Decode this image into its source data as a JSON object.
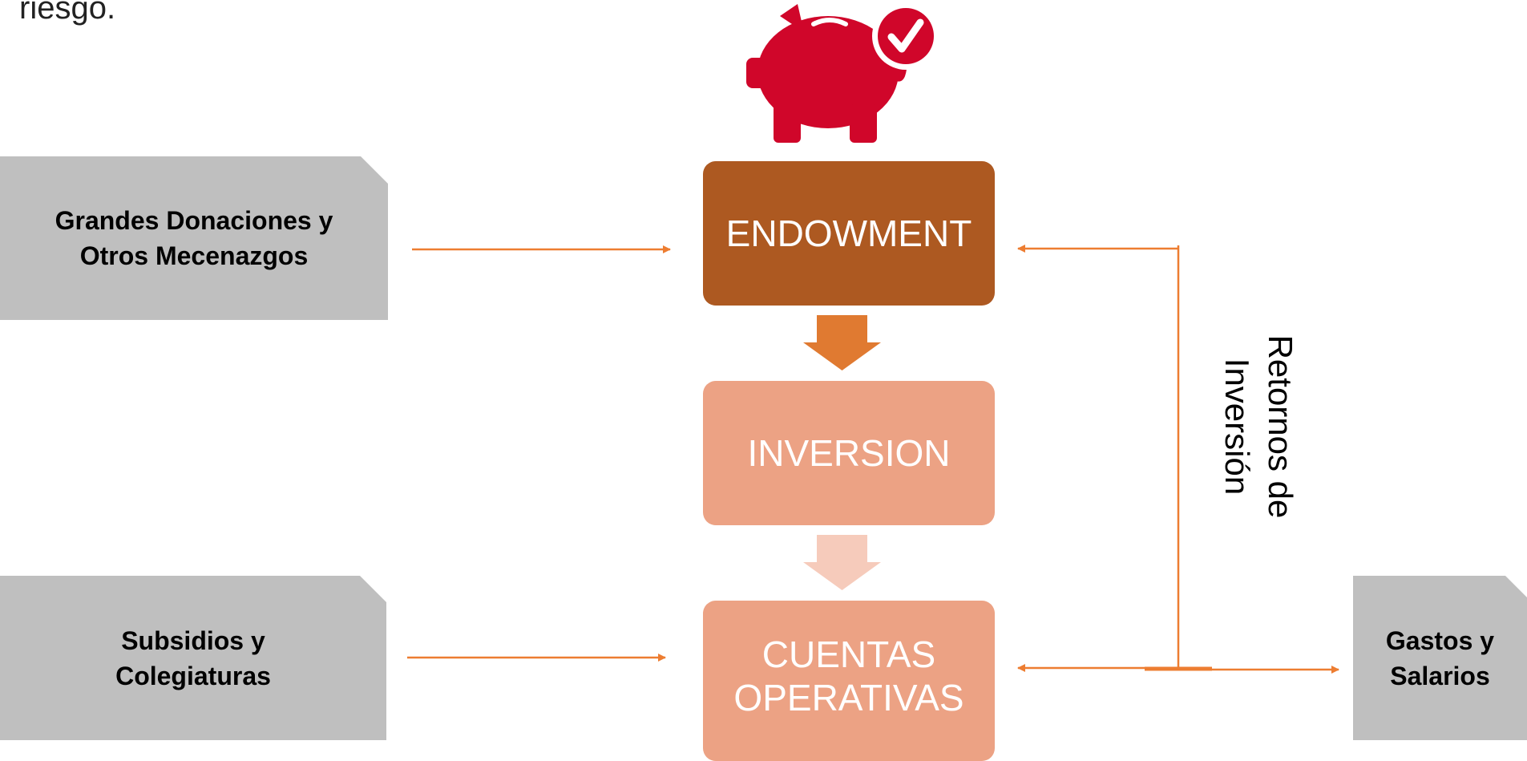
{
  "header": {
    "text": "riesgo."
  },
  "notes": {
    "donaciones": [
      "Grandes Donaciones y",
      "Otros Mecenazgos"
    ],
    "subsidios": [
      "Subsidios y",
      "Colegiaturas"
    ],
    "gastos": [
      "Gastos y",
      "Salarios"
    ]
  },
  "boxes": {
    "endowment": "ENDOWMENT",
    "inversion": "INVERSION",
    "cuentas": [
      "CUENTAS",
      "OPERATIVAS"
    ]
  },
  "returns_label": [
    "Retornos de",
    "Inversión"
  ],
  "icon": {
    "name": "piggy-bank-check-icon",
    "color": "#d0062a"
  },
  "colors": {
    "line": "#ed7d31",
    "arrow_dark": "#e07a31",
    "arrow_light": "#f6cbbb",
    "note_bg": "#bfbfbf",
    "endowment": "#ad5921",
    "inversion": "#eca284"
  }
}
